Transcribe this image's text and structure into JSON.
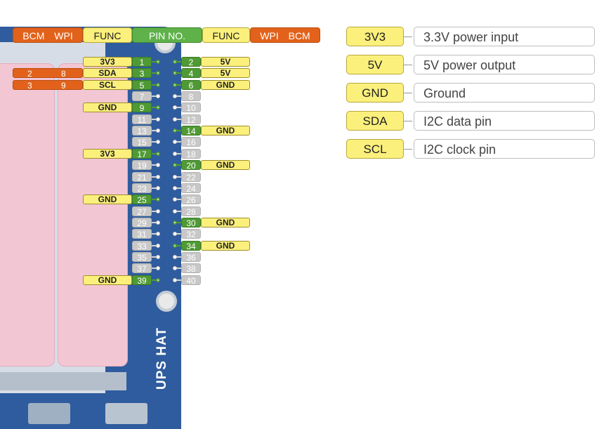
{
  "header": {
    "left_bcm": "BCM",
    "left_wpi": "WPI",
    "left_func": "FUNC",
    "pin_no": "PIN NO.",
    "right_func": "FUNC",
    "right_wpi": "WPI",
    "right_bcm": "BCM"
  },
  "board_label": "UPS HAT",
  "pins": [
    {
      "num": "1",
      "active": true,
      "func": "3V3"
    },
    {
      "num": "2",
      "active": true,
      "func": "5V"
    },
    {
      "num": "3",
      "active": true,
      "func": "SDA",
      "bcm": "2",
      "wpi": "8"
    },
    {
      "num": "4",
      "active": true,
      "func": "5V"
    },
    {
      "num": "5",
      "active": true,
      "func": "SCL",
      "bcm": "3",
      "wpi": "9"
    },
    {
      "num": "6",
      "active": true,
      "func": "GND"
    },
    {
      "num": "7",
      "active": false
    },
    {
      "num": "8",
      "active": false
    },
    {
      "num": "9",
      "active": true,
      "func": "GND"
    },
    {
      "num": "10",
      "active": false
    },
    {
      "num": "11",
      "active": false
    },
    {
      "num": "12",
      "active": false
    },
    {
      "num": "13",
      "active": false
    },
    {
      "num": "14",
      "active": true,
      "func": "GND"
    },
    {
      "num": "15",
      "active": false
    },
    {
      "num": "16",
      "active": false
    },
    {
      "num": "17",
      "active": true,
      "func": "3V3"
    },
    {
      "num": "18",
      "active": false
    },
    {
      "num": "19",
      "active": false
    },
    {
      "num": "20",
      "active": true,
      "func": "GND"
    },
    {
      "num": "21",
      "active": false
    },
    {
      "num": "22",
      "active": false
    },
    {
      "num": "23",
      "active": false
    },
    {
      "num": "24",
      "active": false
    },
    {
      "num": "25",
      "active": true,
      "func": "GND"
    },
    {
      "num": "26",
      "active": false
    },
    {
      "num": "27",
      "active": false
    },
    {
      "num": "28",
      "active": false
    },
    {
      "num": "29",
      "active": false
    },
    {
      "num": "30",
      "active": true,
      "func": "GND"
    },
    {
      "num": "31",
      "active": false
    },
    {
      "num": "32",
      "active": false
    },
    {
      "num": "33",
      "active": false
    },
    {
      "num": "34",
      "active": true,
      "func": "GND"
    },
    {
      "num": "35",
      "active": false
    },
    {
      "num": "36",
      "active": false
    },
    {
      "num": "37",
      "active": false
    },
    {
      "num": "38",
      "active": false
    },
    {
      "num": "39",
      "active": true,
      "func": "GND"
    },
    {
      "num": "40",
      "active": false
    }
  ],
  "legend": [
    {
      "key": "3V3",
      "desc": "3.3V power input"
    },
    {
      "key": "5V",
      "desc": "5V power output"
    },
    {
      "key": "GND",
      "desc": "Ground"
    },
    {
      "key": "SDA",
      "desc": "I2C data pin"
    },
    {
      "key": "SCL",
      "desc": "I2C clock pin"
    }
  ],
  "colors": {
    "bcm_orange": "#e2621b",
    "func_yellow": "#fbf07c",
    "pin_green": "#4f9a35",
    "pin_idle_gray": "#c8c8c8",
    "board_blue": "#2f5c9e"
  }
}
